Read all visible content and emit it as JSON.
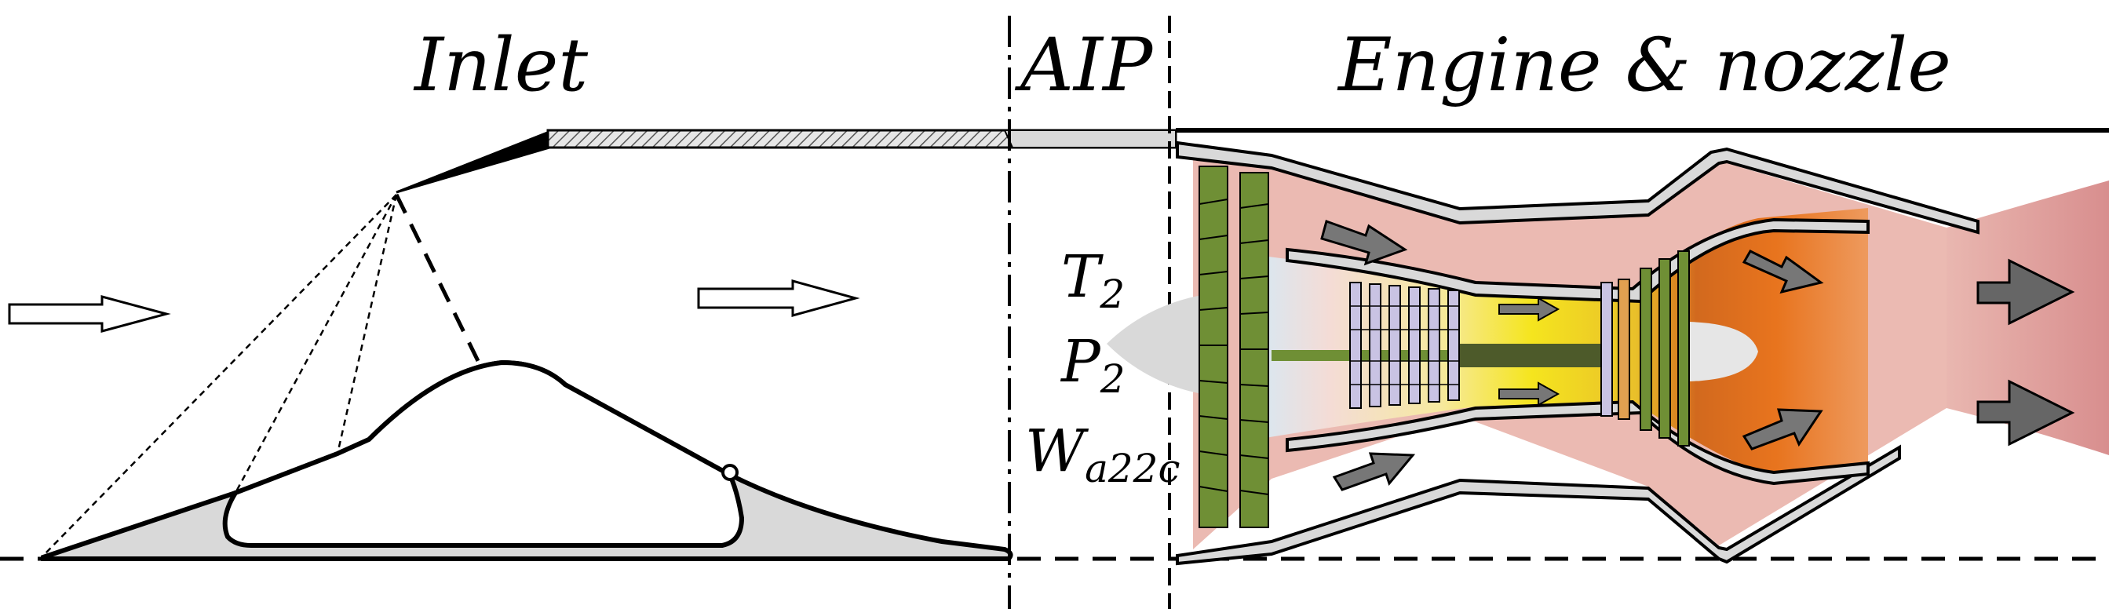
{
  "sections": {
    "inlet": "Inlet",
    "aip": "AIP",
    "engine": "Engine & nozzle"
  },
  "variables": {
    "t2": {
      "main": "T",
      "sub": "2"
    },
    "p2": {
      "main": "P",
      "sub": "2"
    },
    "wa22c": {
      "main": "W",
      "sub": "a22c"
    }
  },
  "colors": {
    "inlet_fill": "#d9d9d9",
    "fan_green": "#6f8f35",
    "compressor_lavender": "#c9c3e3",
    "combustor_yellow": "#f5e51e",
    "turbine_orange": "#e8741e",
    "bypass_pink": "#e9b7b0",
    "exhaust_pink": "#d88e8e",
    "flow_arrow_gray": "#777777"
  }
}
